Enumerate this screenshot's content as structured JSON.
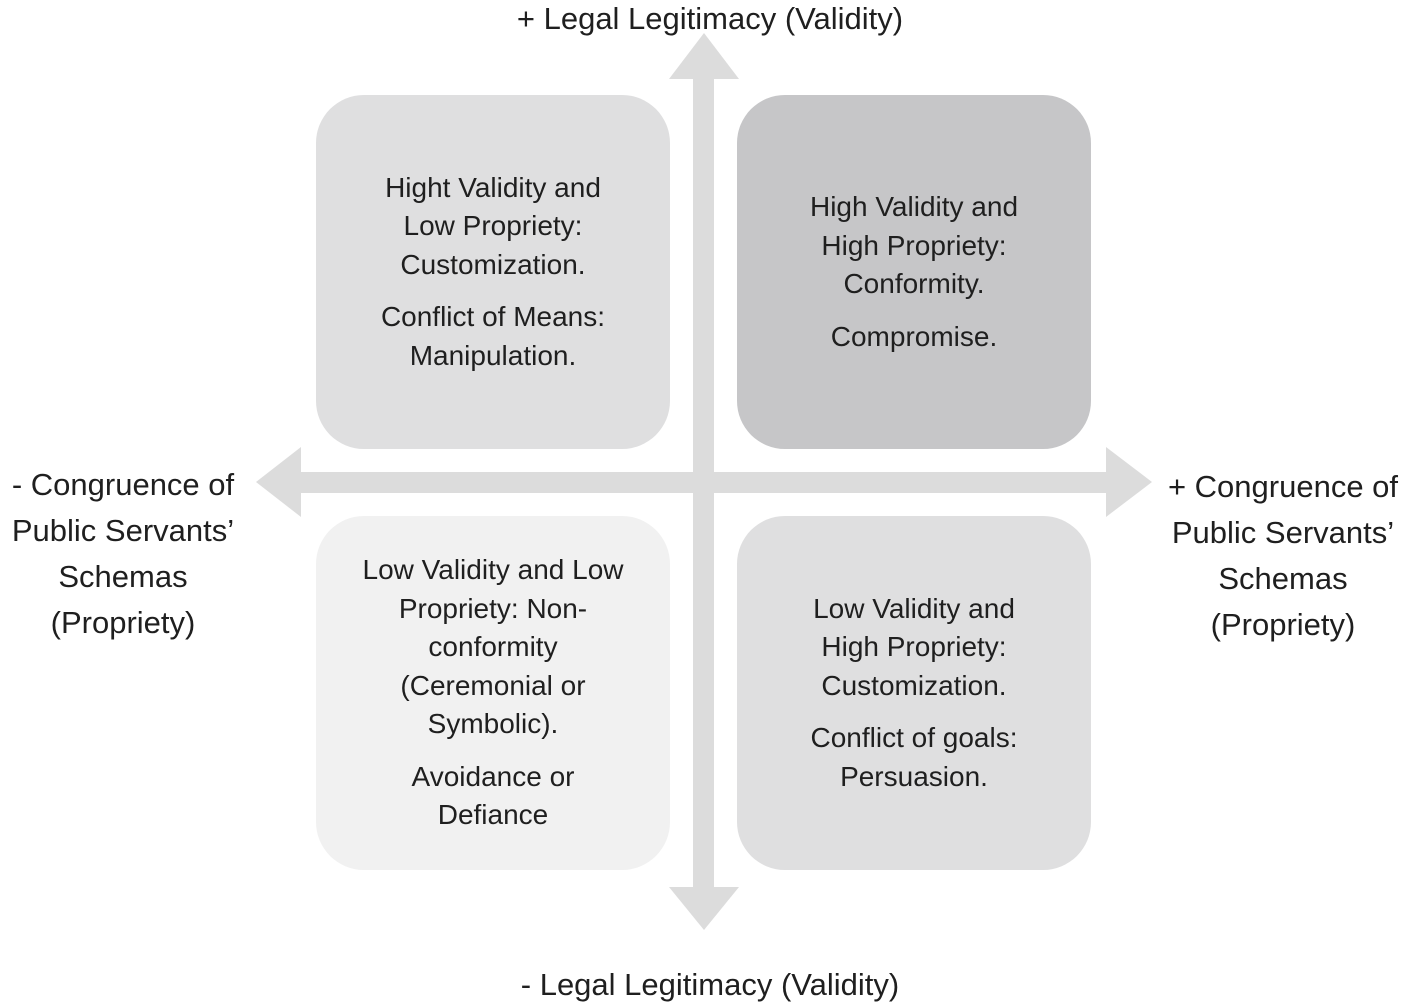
{
  "axes": {
    "top": [
      "+ Legal Legitimacy (Validity)"
    ],
    "bottom": [
      "- Legal Legitimacy (Validity)"
    ],
    "left": [
      "- Congruence of",
      "Public Servants’",
      "Schemas",
      "(Propriety)"
    ],
    "right": [
      "+ Congruence of",
      "Public Servants’",
      "Schemas",
      "(Propriety)"
    ]
  },
  "quadrants": {
    "top_left": {
      "fill": "#dfdfe0",
      "paragraphs": [
        [
          "Hight Validity and",
          "Low Propriety:",
          "Customization."
        ],
        [
          "Conflict of Means:",
          "Manipulation."
        ]
      ]
    },
    "top_right": {
      "fill": "#c6c6c8",
      "paragraphs": [
        [
          "High Validity and",
          "High Propriety:",
          "Conformity."
        ],
        [
          "Compromise."
        ]
      ]
    },
    "bottom_left": {
      "fill": "#f1f1f1",
      "paragraphs": [
        [
          "Low Validity and Low",
          "Propriety: Non-",
          "conformity",
          "(Ceremonial or",
          "Symbolic)."
        ],
        [
          "Avoidance or",
          "Defiance"
        ]
      ]
    },
    "bottom_right": {
      "fill": "#dfdfe0",
      "paragraphs": [
        [
          "Low Validity and",
          "High Propriety:",
          "Customization."
        ],
        [
          "Conflict of goals:",
          "Persuasion."
        ]
      ]
    }
  },
  "colors": {
    "arrow": "#dcdcdc",
    "text": "#1f1f1f"
  }
}
